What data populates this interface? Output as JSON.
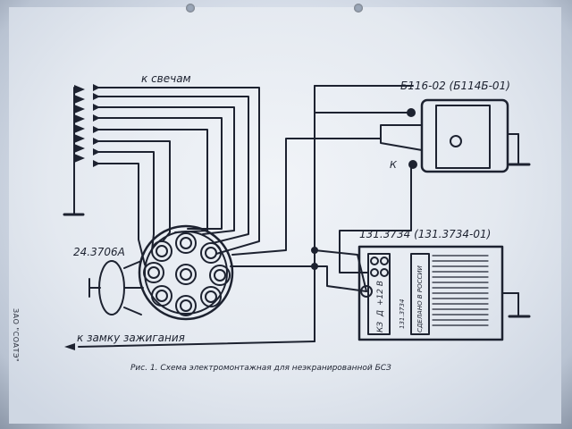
{
  "labels": {
    "to_plugs": "к свечам",
    "coil": "Б116-02 (Б114Б-01)",
    "coil_terminal": "К",
    "distributor": "24.3706А",
    "switch": "131.3734 (131.3734-01)",
    "to_ignition": "к замку зажигания",
    "caption": "Рис. 1. Схема электромонтажная для неэкранированной БСЗ",
    "sidebar": "ЗАО \"СОАТЭ\"",
    "switch_terms": [
      "КЗ",
      "Д",
      "+12 В"
    ],
    "switch_part": "131.3734",
    "switch_made": "СДЕЛАНО В РОССИИ"
  },
  "colors": {
    "ink": "#1d2230",
    "paper": "#eef1f6"
  }
}
